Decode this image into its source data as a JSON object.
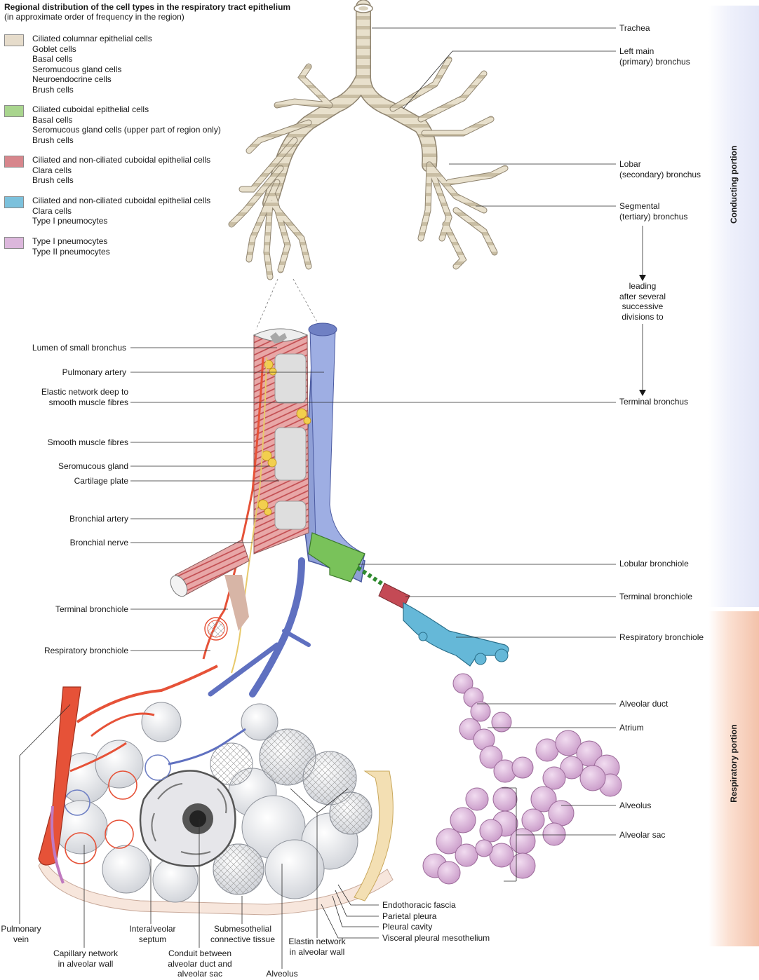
{
  "legend": {
    "title": "Regional distribution of the cell types in the respiratory tract epithelium",
    "subtitle": "(in approximate order of frequency in the region)",
    "items": [
      {
        "color": "#e6dccb",
        "lines": [
          "Ciliated columnar epithelial cells",
          "Goblet cells",
          "Basal cells",
          "Seromucous gland cells",
          "Neuroendocrine cells",
          "Brush cells"
        ]
      },
      {
        "color": "#a9d58e",
        "lines": [
          "Ciliated cuboidal epithelial cells",
          "Basal cells",
          "Seromucous gland cells (upper part of region only)",
          "Brush cells"
        ]
      },
      {
        "color": "#d7868c",
        "lines": [
          "Ciliated and non-ciliated cuboidal epithelial cells",
          "Clara cells",
          "Brush cells"
        ]
      },
      {
        "color": "#7cc1dc",
        "lines": [
          "Ciliated and non-ciliated cuboidal epithelial cells",
          "Clara cells",
          "Type I pneumocytes"
        ]
      },
      {
        "color": "#dcb7dc",
        "lines": [
          "Type I pneumocytes",
          "Type II pneumocytes"
        ]
      }
    ]
  },
  "bands": {
    "conducting": "Conducting portion",
    "respiratory": "Respiratory portion"
  },
  "labels": {
    "trachea": "Trachea",
    "left_main": [
      "Left main",
      "(primary) bronchus"
    ],
    "lobar": [
      "Lobar",
      "(secondary) bronchus"
    ],
    "segmental": [
      "Segmental",
      "(tertiary) bronchus"
    ],
    "leading": [
      "leading",
      "after several",
      "successive",
      "divisions to"
    ],
    "terminal_bronchus": "Terminal bronchus",
    "lumen": "Lumen of small bronchus",
    "pulmonary_artery": "Pulmonary artery",
    "elastic_network": [
      "Elastic network deep to",
      "smooth muscle fibres"
    ],
    "smooth_muscle": "Smooth muscle fibres",
    "seromucous_gland": "Seromucous gland",
    "cartilage_plate": "Cartilage plate",
    "bronchial_artery": "Bronchial artery",
    "bronchial_nerve": "Bronchial nerve",
    "terminal_bronchiole_left": "Terminal bronchiole",
    "respiratory_bronchiole_left": "Respiratory bronchiole",
    "lobular_bronchiole": "Lobular bronchiole",
    "terminal_bronchiole_right": "Terminal bronchiole",
    "respiratory_bronchiole_right": "Respiratory bronchiole",
    "alveolar_duct": "Alveolar duct",
    "atrium": "Atrium",
    "alveolus_right": "Alveolus",
    "alveolar_sac": "Alveolar sac",
    "endothoracic_fascia": "Endothoracic fascia",
    "parietal_pleura": "Parietal pleura",
    "pleural_cavity": "Pleural cavity",
    "visceral_pleural": "Visceral pleural mesothelium",
    "pulmonary_vein": [
      "Pulmonary",
      "vein"
    ],
    "capillary_network": [
      "Capillary network",
      "in alveolar wall"
    ],
    "interalveolar_septum": [
      "Interalveolar",
      "septum"
    ],
    "conduit": [
      "Conduit between",
      "alveolar duct and",
      "alveolar sac"
    ],
    "submesothelial": [
      "Submesothelial",
      "connective tissue"
    ],
    "elastin_network": [
      "Elastin network",
      "in alveolar wall"
    ],
    "alveolus_bottom": "Alveolus"
  }
}
